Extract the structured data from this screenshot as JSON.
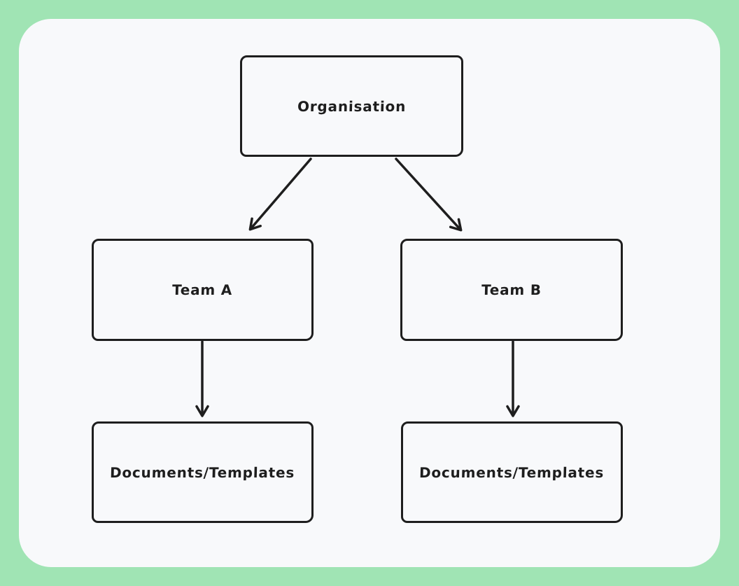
{
  "diagram": {
    "type": "flowchart",
    "style": "hand-drawn",
    "colors": {
      "frame": "#a0e4b4",
      "panel": "#f8f9fb",
      "stroke": "#1e1e1e"
    },
    "nodes": [
      {
        "id": "organisation",
        "label": "Organisation"
      },
      {
        "id": "team-a",
        "label": "Team A"
      },
      {
        "id": "team-b",
        "label": "Team B"
      },
      {
        "id": "documents-a",
        "label": "Documents/Templates"
      },
      {
        "id": "documents-b",
        "label": "Documents/Templates"
      }
    ],
    "edges": [
      {
        "from": "organisation",
        "to": "team-a",
        "arrowhead": "open-v"
      },
      {
        "from": "organisation",
        "to": "team-b",
        "arrowhead": "open-v"
      },
      {
        "from": "team-a",
        "to": "documents-a",
        "arrowhead": "open-v"
      },
      {
        "from": "team-b",
        "to": "documents-b",
        "arrowhead": "open-v"
      }
    ]
  }
}
